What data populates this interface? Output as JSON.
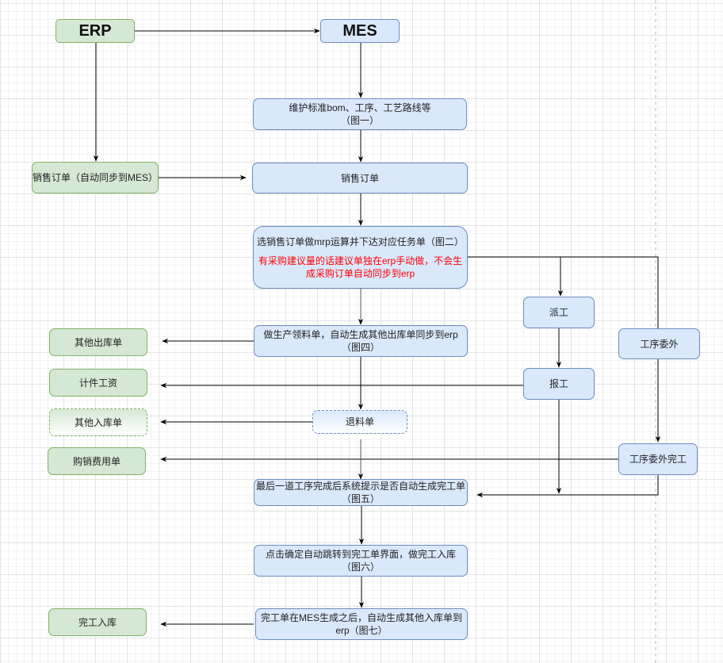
{
  "colors": {
    "erp_fill": "#d5e8d4",
    "erp_stroke": "#82b366",
    "mes_fill": "#dae8fc",
    "mes_stroke": "#6c8ebf",
    "note_text": "#ff0000",
    "edge": "#000000"
  },
  "nodes": {
    "erp": {
      "label": "ERP"
    },
    "mes": {
      "label": "MES"
    },
    "maintain_bom": {
      "line1": "维护标准bom、工序、工艺路线等",
      "line2": "（图一）"
    },
    "erp_sales_order": {
      "label": "销售订单（自动同步到MES）"
    },
    "mes_sales_order": {
      "label": "销售订单"
    },
    "mrp": {
      "line1": "选销售订单做mrp运算并下达对应任务单（图二）",
      "note1": "有采购建议量的话建议单独在erp手动做，不会生",
      "note2": "成采购订单自动同步到erp"
    },
    "dispatch": {
      "label": "派工"
    },
    "outsource": {
      "label": "工序委外"
    },
    "material_requisition": {
      "line1": "做生产领料单，自动生成其他出库单同步到erp",
      "line2": "（图四）"
    },
    "other_outbound": {
      "label": "其他出库单"
    },
    "report_work": {
      "label": "报工"
    },
    "piece_wage": {
      "label": "计件工资"
    },
    "material_return": {
      "label": "退料单"
    },
    "other_inbound": {
      "label": "其他入库单"
    },
    "outsource_complete": {
      "label": "工序委外完工"
    },
    "purchase_expense": {
      "label": "购销费用单"
    },
    "last_process": {
      "line1": "最后一道工序完成后系统提示是否自动生成完工单",
      "line2": "（图五）"
    },
    "confirm_jump": {
      "line1": "点击确定自动跳转到完工单界面，做完工入库",
      "line2": "（图六）"
    },
    "completion_order": {
      "line1": "完工单在MES生成之后，自动生成其他入库单到",
      "line2": "erp（图七）"
    },
    "finished_inbound": {
      "label": "完工入库"
    }
  }
}
